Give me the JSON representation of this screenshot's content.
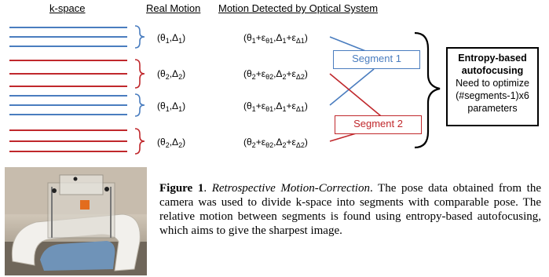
{
  "headers": {
    "kspace": "k-space",
    "real_motion": "Real Motion",
    "detected": "Motion Detected by Optical System"
  },
  "colors": {
    "blue": "#4a7dbf",
    "red": "#c0282c"
  },
  "real_motion": [
    {
      "theta": "θ",
      "theta_sub": "1",
      "delta": "Δ",
      "delta_sub": "1"
    },
    {
      "theta": "θ",
      "theta_sub": "2",
      "delta": "Δ",
      "delta_sub": "2"
    },
    {
      "theta": "θ",
      "theta_sub": "1",
      "delta": "Δ",
      "delta_sub": "1"
    },
    {
      "theta": "θ",
      "theta_sub": "2",
      "delta": "Δ",
      "delta_sub": "2"
    }
  ],
  "detected_motion": [
    {
      "theta_sub": "1",
      "eps_t": "ε",
      "eps_t_sub": "θ1",
      "delta_sub": "1",
      "eps_d": "ε",
      "eps_d_sub": "Δ1"
    },
    {
      "theta_sub": "2",
      "eps_t": "ε",
      "eps_t_sub": "θ2",
      "delta_sub": "2",
      "eps_d": "ε",
      "eps_d_sub": "Δ2"
    },
    {
      "theta_sub": "1",
      "eps_t": "ε",
      "eps_t_sub": "θ1",
      "delta_sub": "1",
      "eps_d": "ε",
      "eps_d_sub": "Δ1"
    },
    {
      "theta_sub": "2",
      "eps_t": "ε",
      "eps_t_sub": "θ2",
      "delta_sub": "2",
      "eps_d": "ε",
      "eps_d_sub": "Δ2"
    }
  ],
  "segments": {
    "seg1": "Segment 1",
    "seg2": "Segment 2"
  },
  "entropy_box": {
    "title_line1": "Entropy-based",
    "title_line2": "autofocusing",
    "line3": "Need to optimize",
    "line4": "(#segments-1)x6",
    "line5": "parameters"
  },
  "caption": {
    "fig": "Figure 1",
    "sep": ". ",
    "title": "Retrospective Motion-Correction",
    "text": ". The pose data obtained from the camera was used to divide k-space into segments with comparable pose. The relative motion between segments is found using entropy-based autofocusing, which aims to give the sharpest image."
  }
}
